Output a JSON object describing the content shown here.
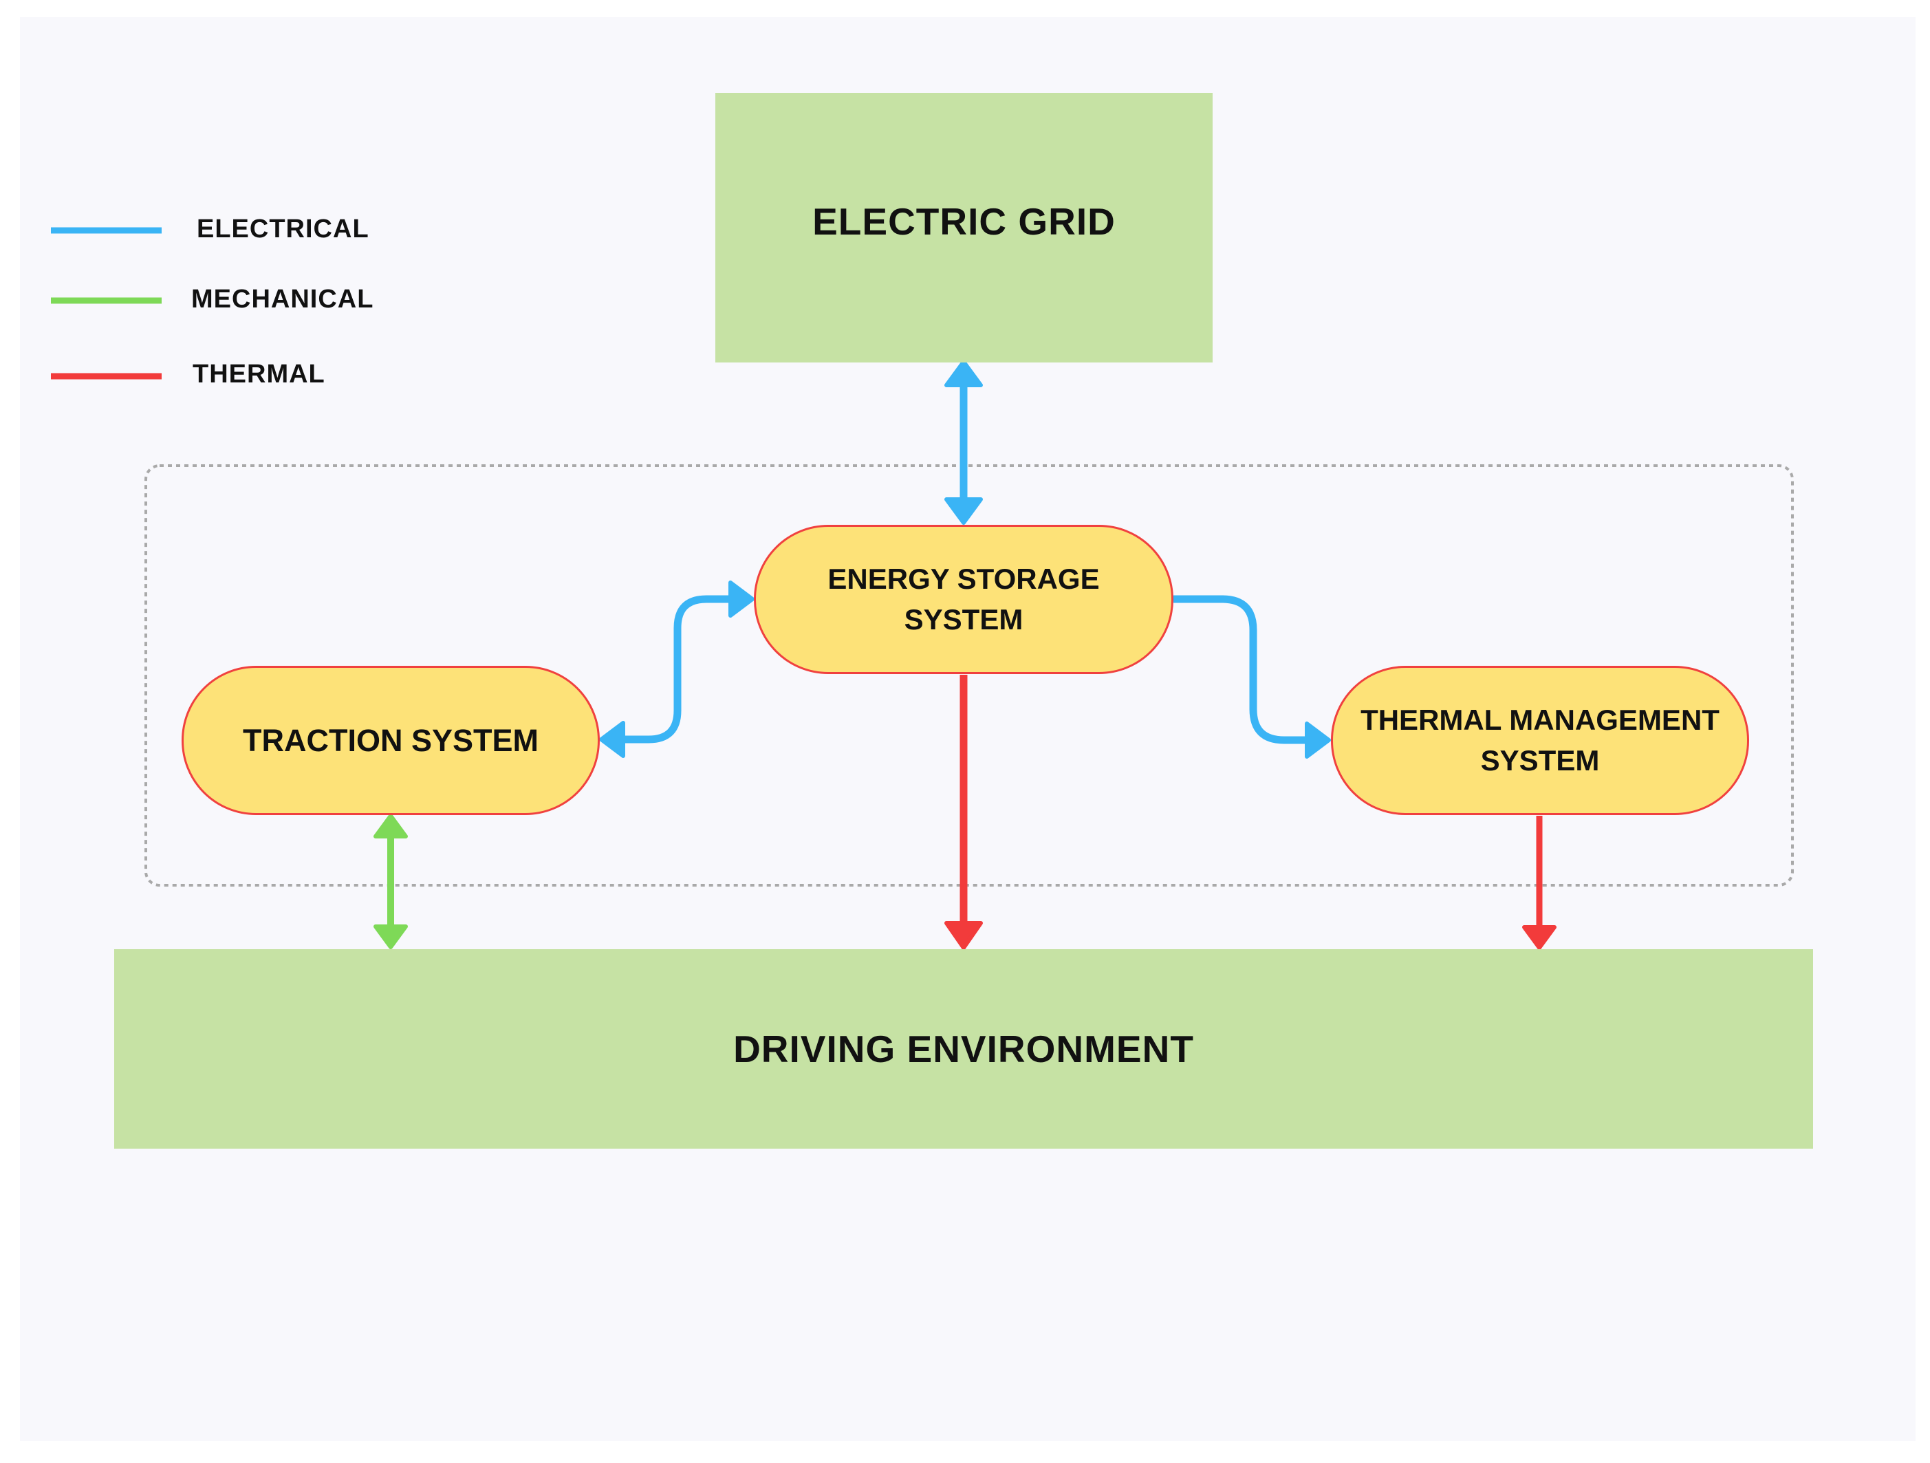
{
  "legend": {
    "items": [
      {
        "label": "ELECTRICAL",
        "color": "#3ab4f5"
      },
      {
        "label": "MECHANICAL",
        "color": "#7ed957"
      },
      {
        "label": "THERMAL",
        "color": "#f23b3b"
      }
    ]
  },
  "nodes": {
    "electric_grid": "ELECTRIC GRID",
    "energy_storage": {
      "line1": "ENERGY STORAGE",
      "line2": "SYSTEM"
    },
    "traction": "TRACTION SYSTEM",
    "thermal_mgmt": {
      "line1": "THERMAL MANAGEMENT",
      "line2": "SYSTEM"
    },
    "driving_env": "DRIVING ENVIRONMENT"
  },
  "colors": {
    "electrical": "#3ab4f5",
    "mechanical": "#7ed957",
    "thermal": "#f23b3b",
    "environment_box": "#c6e2a4",
    "subsystem_box": "#fde278",
    "subsystem_border": "#f0413f"
  }
}
